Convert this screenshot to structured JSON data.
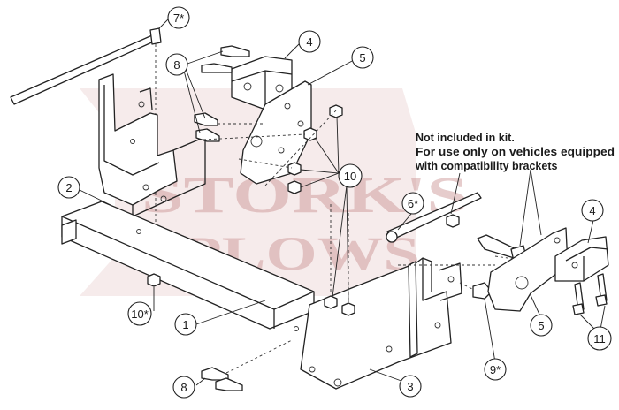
{
  "watermark": {
    "line1": "STORK'S",
    "line2": "PLOWS",
    "color": "#c98f8f"
  },
  "note": {
    "line1": "Not included in kit.",
    "line2": "For use only on vehicles equipped",
    "line3": "with compatibility brackets"
  },
  "callouts": {
    "c1": "1",
    "c2": "2",
    "c3": "3",
    "c4a": "4",
    "c4b": "4",
    "c5a": "5",
    "c5b": "5",
    "c6": "6*",
    "c7": "7*",
    "c8a": "8",
    "c8b": "8",
    "c9": "9*",
    "c10a": "10",
    "c10b": "10*",
    "c11": "11"
  }
}
